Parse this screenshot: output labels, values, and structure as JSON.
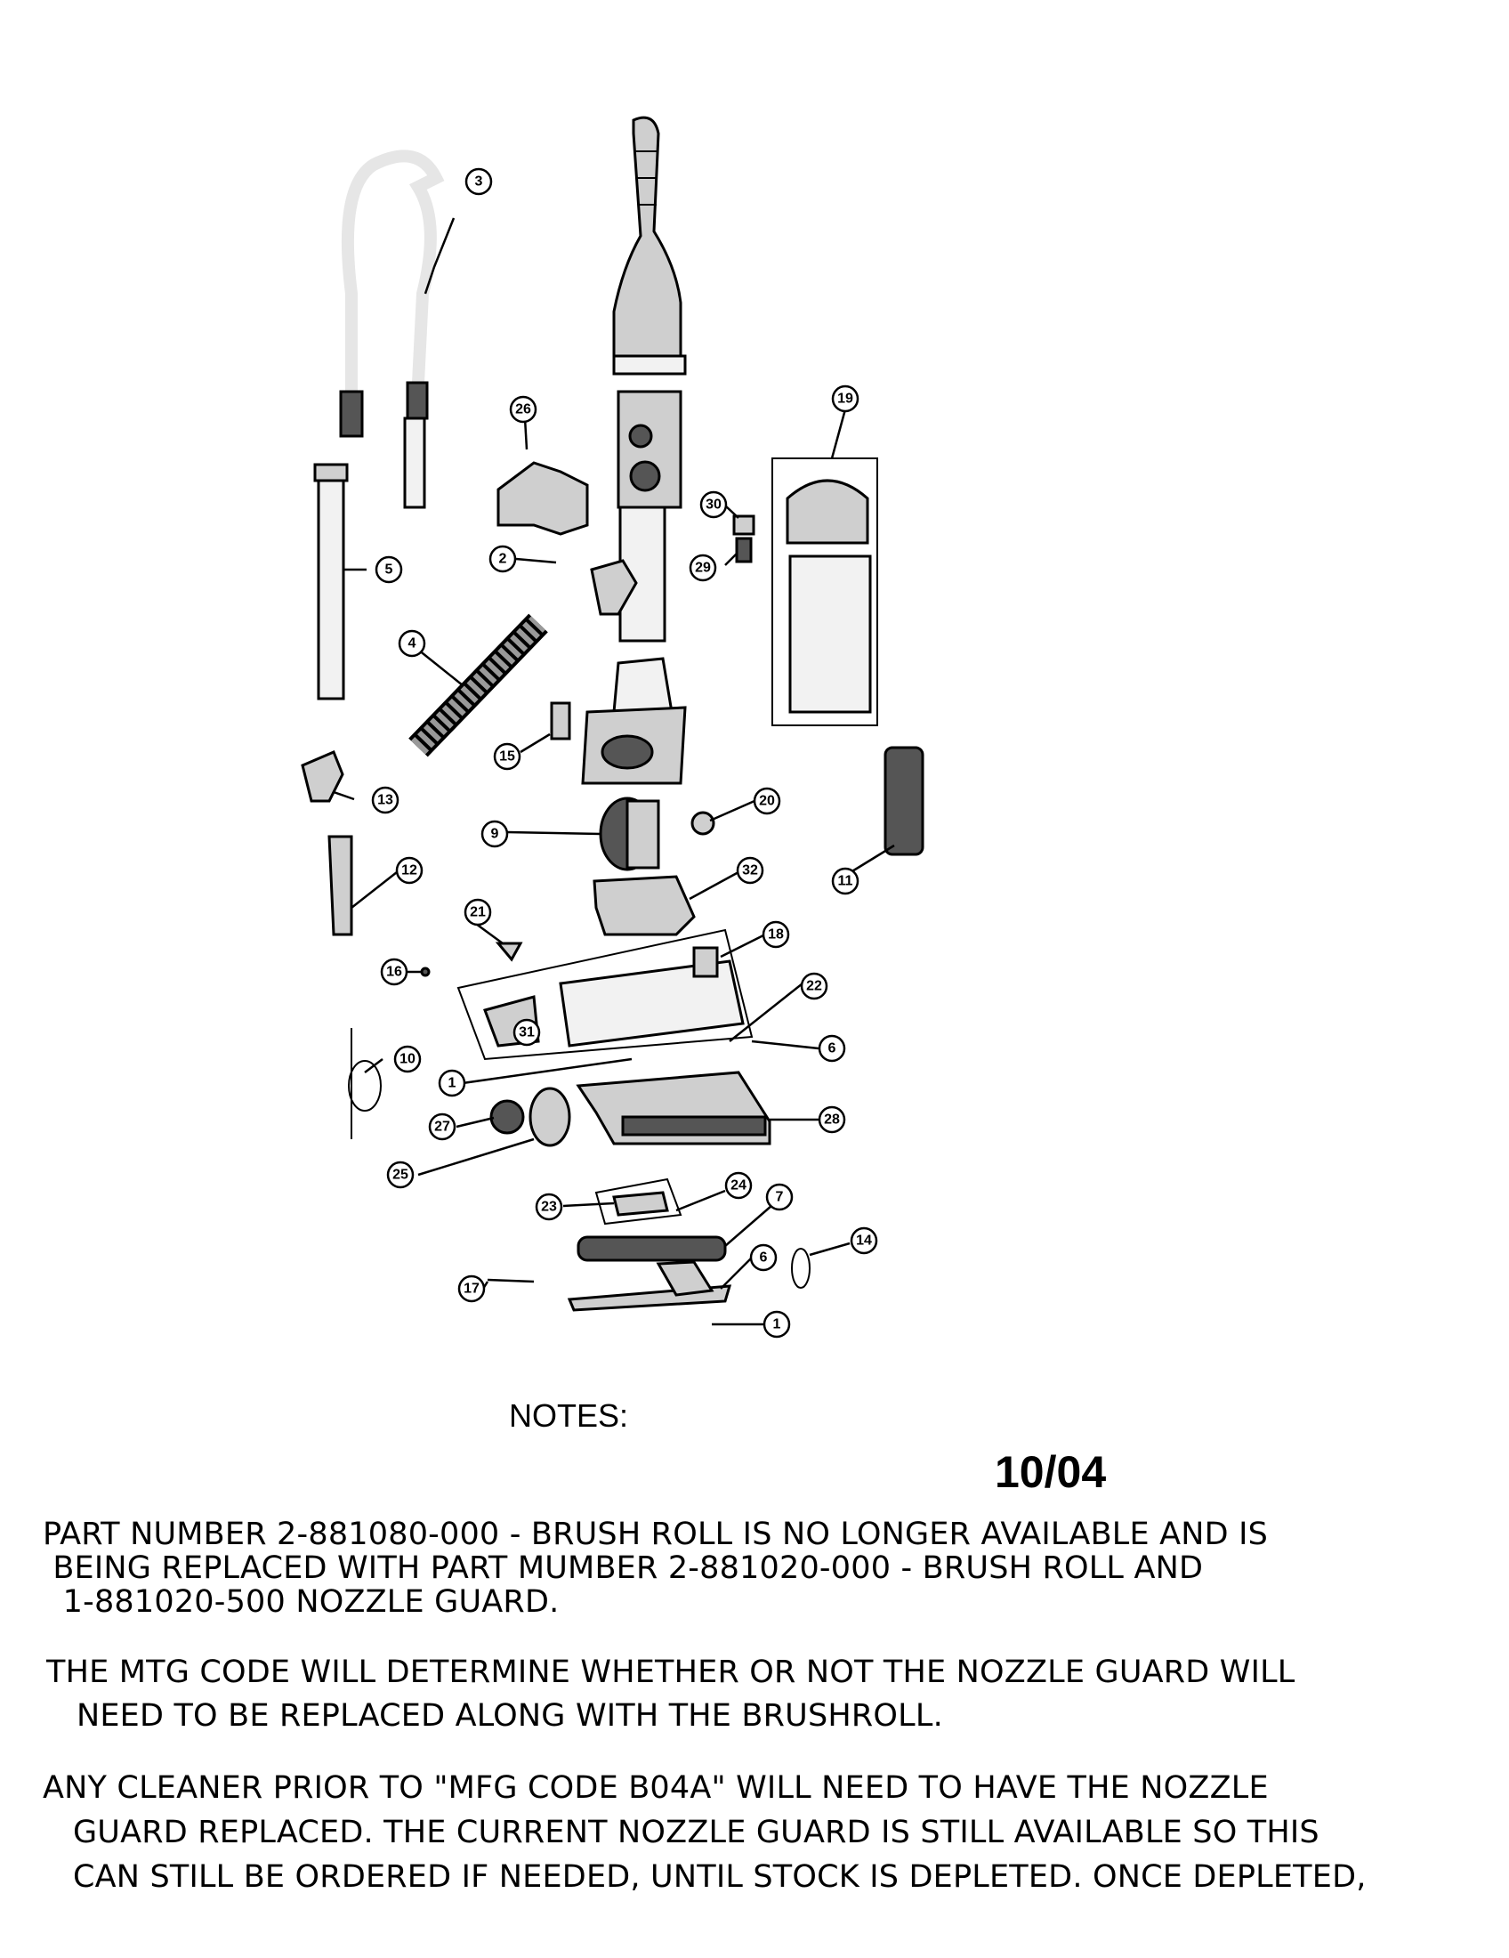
{
  "diagram": {
    "callouts": [
      "3",
      "26",
      "19",
      "30",
      "29",
      "2",
      "5",
      "4",
      "15",
      "13",
      "9",
      "20",
      "11",
      "12",
      "32",
      "21",
      "18",
      "16",
      "22",
      "31",
      "6",
      "10",
      "1",
      "27",
      "28",
      "25",
      "23",
      "24",
      "7",
      "14",
      "17",
      "6",
      "1"
    ]
  },
  "notes": {
    "heading": "NOTES:",
    "revision": "10/04",
    "paragraphs": [
      {
        "lines": [
          "PART NUMBER 2-881080-000 - BRUSH ROLL IS NO LONGER AVAILABLE AND IS",
          " BEING REPLACED WITH PART MUMBER 2-881020-000 - BRUSH ROLL AND",
          "  1-881020-500 NOZZLE GUARD."
        ]
      },
      {
        "lines": [
          "THE MTG CODE WILL DETERMINE WHETHER OR NOT THE NOZZLE GUARD WILL",
          "   NEED TO BE REPLACED ALONG WITH THE BRUSHROLL."
        ]
      },
      {
        "lines": [
          "ANY CLEANER PRIOR TO \"MFG CODE B04A\" WILL NEED TO HAVE THE NOZZLE",
          "   GUARD REPLACED. THE CURRENT NOZZLE GUARD IS STILL AVAILABLE SO THIS",
          "   CAN STILL BE ORDERED IF NEEDED, UNTIL STOCK IS DEPLETED. ONCE DEPLETED,"
        ]
      }
    ]
  }
}
